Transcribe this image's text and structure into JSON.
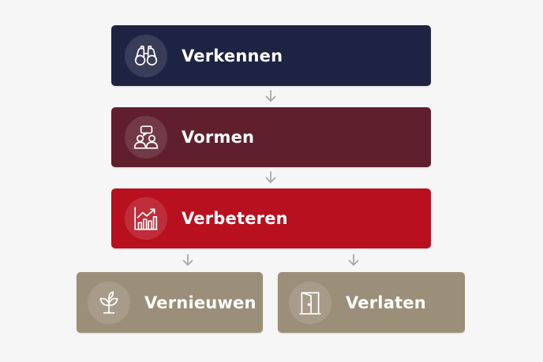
{
  "steps": [
    {
      "label": "Verkennen",
      "icon": "binoculars-icon",
      "color": "#1f2343"
    },
    {
      "label": "Vormen",
      "icon": "people-chat-icon",
      "color": "#5f1f2d"
    },
    {
      "label": "Verbeteren",
      "icon": "growth-chart-icon",
      "color": "#b8101f"
    },
    {
      "label": "Vernieuwen",
      "icon": "sprout-icon",
      "color": "#9b8f79"
    },
    {
      "label": "Verlaten",
      "icon": "exit-door-icon",
      "color": "#9b8f79"
    }
  ],
  "connector_color": "#a8a8a8",
  "background": "#f6f6f6"
}
